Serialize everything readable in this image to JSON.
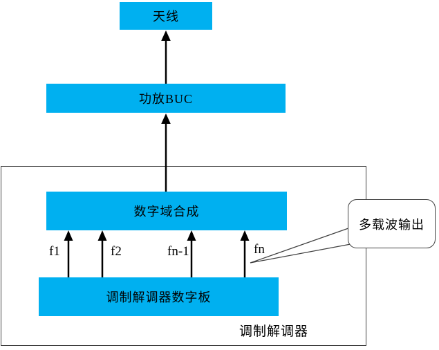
{
  "diagram": {
    "title_hint": "multi-carrier modem transmit chain block diagram",
    "nodes": {
      "antenna": "天线",
      "buc": "功放BUC",
      "digital_synthesis": "数字域合成",
      "modem_digital_board": "调制解调器数字板"
    },
    "container_label": "调制解调器",
    "callout_label": "多载波输出",
    "carrier_labels": [
      "f1",
      "f2",
      "fn-1",
      "fn"
    ],
    "colors": {
      "node_fill": "#00b0f0",
      "arrow": "#000000",
      "outline": "#3f3f3f",
      "callout_outline": "#404040"
    }
  }
}
